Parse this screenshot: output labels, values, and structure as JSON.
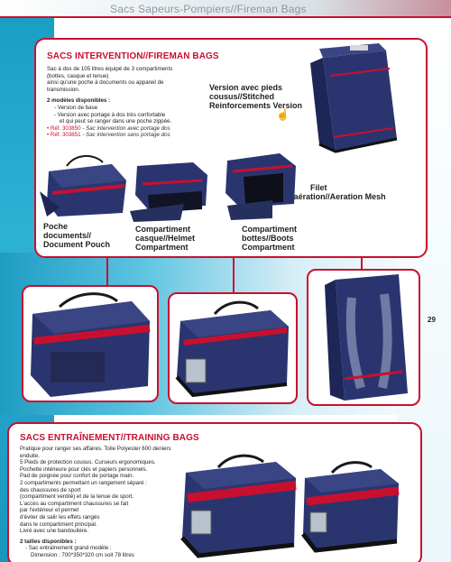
{
  "header": {
    "title": "Sacs Sapeurs-Pompiers//Fireman Bags"
  },
  "intervention": {
    "title": "SACS INTERVENTION//FIREMAN BAGS",
    "desc": [
      "Sac à dos de 105 litres équipé de 3 compartiments",
      "(bottes, casque et tenue)",
      "ainsi qu'une poche à documents ou appareil de",
      "transmission."
    ],
    "models_heading": "2 modèles disponibles :",
    "models": [
      "- Version de base",
      "- Version avec portage à dos très confortable",
      "et qui peut se ranger dans une poche zippée."
    ],
    "refs": [
      {
        "code": "• Réf. 303850",
        "desc": " - Sac intervention avec portage dos"
      },
      {
        "code": "• Réf. 303851",
        "desc": " - Sac intervention sans portage dos"
      }
    ],
    "labels": {
      "stitched": [
        "Version avec pieds",
        "cousus//Stitched",
        "Reinforcements Version"
      ],
      "mesh": [
        "Filet",
        "d'aération//Aeration Mesh"
      ],
      "pouch": [
        "Poche",
        "documents//",
        "Document Pouch"
      ],
      "helmet": [
        "Compartiment",
        "casque//Helmet",
        "Compartment"
      ],
      "boots": [
        "Compartiment",
        "bottes//Boots",
        "Compartment"
      ]
    }
  },
  "training": {
    "title": "SACS ENTRAÎNEMENT//TRAINING BAGS",
    "desc": [
      "Pratique pour ranger ses affaires. Toile Polyester 600 deniers enduite.",
      "5 Pieds de protection cousus. Curseurs ergonomiques.",
      "Pochette intérieure pour clés et papiers personnels.",
      "Pad de poignée pour confort de portage main.",
      "2 compartiments permettant un rangement séparé :",
      "des chaussures de sport",
      "(compartiment ventilé) et de la tenue de sport.",
      "L'accès au compartiment chaussures se fait",
      "par l'extérieur et permet",
      "d'éviter de salir les effets rangés",
      "dans le compartiment principal.",
      "Livré avec une bandoulière."
    ],
    "sizes_heading": "2 tailles disponibles :",
    "sizes": [
      "- Sac entraînement grand modèle :",
      "Dimension : 700*350*320 cm soit 78 litres"
    ]
  },
  "page_number": "29",
  "colors": {
    "accent": "#c8102e",
    "navy": "#2a3570",
    "teal": "#1f9cc3"
  }
}
